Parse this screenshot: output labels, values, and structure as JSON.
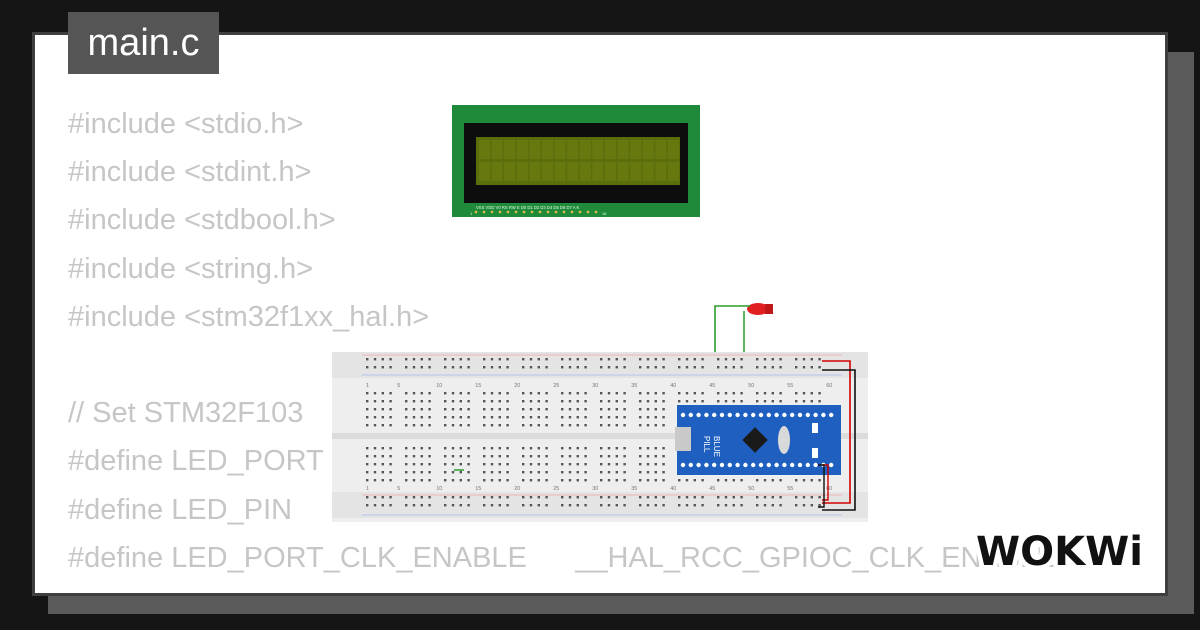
{
  "tab": {
    "filename": "main.c"
  },
  "code": {
    "lines": [
      "#include <stdio.h>",
      "#include <stdint.h>",
      "#include <stdbool.h>",
      "#include <string.h>",
      "#include <stm32f1xx_hal.h>",
      "",
      "// Set STM32F103",
      "#define LED_PORT",
      "#define LED_PIN",
      "#define LED_PORT_CLK_ENABLE      __HAL_RCC_GPIOC_CLK_ENABLE"
    ]
  },
  "lcd": {
    "pin_labels": "VSS VDD V0 RS RW E D0 D1 D2 D3 D4 D5 D6 D7 A K",
    "pin_first": "1",
    "pin_last": "16"
  },
  "breadboard": {
    "column_numbers": [
      "1",
      "5",
      "10",
      "15",
      "20",
      "25",
      "30",
      "35",
      "40",
      "45",
      "50",
      "55",
      "60"
    ]
  },
  "board": {
    "label_line1": "BLUE",
    "label_line2": "PILL"
  },
  "brand": {
    "logo_text": "WOKWi"
  },
  "colors": {
    "background": "#151515",
    "card": "#ffffff",
    "tab": "#555555",
    "code_text": "#c6c6c6",
    "lcd_pcb": "#1f8a3a",
    "lcd_screen": "#5b6e0c",
    "board_blue": "#1f5fbf",
    "led_red": "#e02020",
    "wire_green": "#2a9d2a",
    "wire_red": "#d00000"
  }
}
